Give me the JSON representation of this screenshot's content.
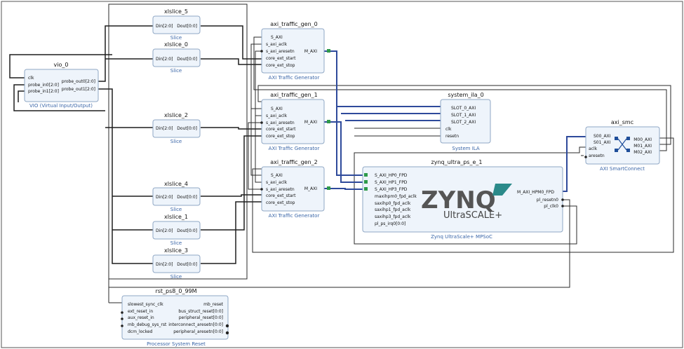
{
  "blocks": {
    "vio": {
      "name": "vio_0",
      "sub": "VIO (Virtual Input/Output)",
      "ports_left": [
        "clk",
        "probe_in0[2:0]",
        "probe_in1[2:0]"
      ],
      "ports_right": [
        "probe_out0[2:0]",
        "probe_out1[2:0]"
      ]
    },
    "xlslice_5": {
      "name": "xlslice_5",
      "sub": "Slice",
      "ports_left": [
        "Din[2:0]"
      ],
      "ports_right": [
        "Dout[0:0]"
      ]
    },
    "xlslice_0": {
      "name": "xlslice_0",
      "sub": "Slice",
      "ports_left": [
        "Din[2:0]"
      ],
      "ports_right": [
        "Dout[0:0]"
      ]
    },
    "xlslice_2": {
      "name": "xlslice_2",
      "sub": "Slice",
      "ports_left": [
        "Din[2:0]"
      ],
      "ports_right": [
        "Dout[0:0]"
      ]
    },
    "xlslice_4": {
      "name": "xlslice_4",
      "sub": "Slice",
      "ports_left": [
        "Din[2:0]"
      ],
      "ports_right": [
        "Dout[0:0]"
      ]
    },
    "xlslice_1": {
      "name": "xlslice_1",
      "sub": "Slice",
      "ports_left": [
        "Din[2:0]"
      ],
      "ports_right": [
        "Dout[0:0]"
      ]
    },
    "xlslice_3": {
      "name": "xlslice_3",
      "sub": "Slice",
      "ports_left": [
        "Din[2:0]"
      ],
      "ports_right": [
        "Dout[0:0]"
      ]
    },
    "atg0": {
      "name": "axi_traffic_gen_0",
      "sub": "AXI Traffic Generator",
      "ports_left": [
        "S_AXI",
        "s_axi_aclk",
        "s_axi_aresetn",
        "core_ext_start",
        "core_ext_stop"
      ],
      "ports_right": [
        "M_AXI"
      ]
    },
    "atg1": {
      "name": "axi_traffic_gen_1",
      "sub": "AXI Traffic Generator",
      "ports_left": [
        "S_AXI",
        "s_axi_aclk",
        "s_axi_aresetn",
        "core_ext_start",
        "core_ext_stop"
      ],
      "ports_right": [
        "M_AXI"
      ]
    },
    "atg2": {
      "name": "axi_traffic_gen_2",
      "sub": "AXI Traffic Generator",
      "ports_left": [
        "S_AXI",
        "s_axi_aclk",
        "s_axi_aresetn",
        "core_ext_start",
        "core_ext_stop"
      ],
      "ports_right": [
        "M_AXI"
      ]
    },
    "ila": {
      "name": "system_ila_0",
      "sub": "System ILA",
      "ports_left": [
        "SLOT_0_AXI",
        "SLOT_1_AXI",
        "SLOT_2_AXI",
        "clk",
        "resetn"
      ]
    },
    "zynq": {
      "name": "zynq_ultra_ps_e_1",
      "sub": "Zynq UltraScale+ MPSoC",
      "logo_main": "ZYNQ",
      "logo_sub": "UltraSCALE+",
      "ports_left": [
        "S_AXI_HP0_FPD",
        "S_AXI_HP1_FPD",
        "S_AXI_HP3_FPD",
        "maxihpm0_fpd_aclk",
        "saxihp0_fpd_aclk",
        "saxihp1_fpd_aclk",
        "saxihp3_fpd_aclk",
        "pl_ps_irq0[0:0]"
      ],
      "ports_right": [
        "M_AXI_HPM0_FPD",
        "pl_resetn0",
        "pl_clk0"
      ]
    },
    "smc": {
      "name": "axi_smc",
      "sub": "AXI SmartConnect",
      "ports_left": [
        "S00_AXI",
        "S01_AXI",
        "aclk",
        "aresetn"
      ],
      "ports_right": [
        "M00_AXI",
        "M01_AXI",
        "M02_AXI"
      ]
    },
    "rst": {
      "name": "rst_ps8_0_99M",
      "sub": "Processor System Reset",
      "ports_left": [
        "slowest_sync_clk",
        "ext_reset_in",
        "aux_reset_in",
        "mb_debug_sys_rst",
        "dcm_locked"
      ],
      "ports_right": [
        "mb_reset",
        "bus_struct_reset[0:0]",
        "peripheral_reset[0:0]",
        "interconnect_aresetn[0:0]",
        "peripheral_aresetn[0:0]"
      ]
    }
  },
  "colors": {
    "block_fill": "#eef4fb",
    "block_border": "#8fa7c4",
    "subtitle": "#3a66a8",
    "bus": "#2e4a9b",
    "wire": "#1e1e1e"
  }
}
